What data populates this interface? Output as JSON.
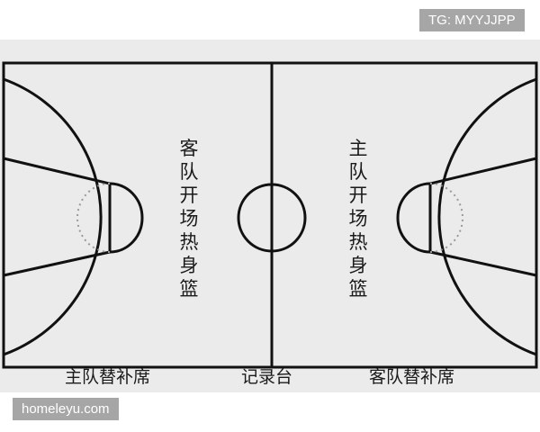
{
  "court": {
    "left_zone_label": "客队开场热身篮",
    "right_zone_label": "主队开场热身篮",
    "bottom_left_label": "主队替补席",
    "bottom_center_label": "记录台",
    "bottom_right_label": "客队替补席",
    "line_color": "#111111",
    "background_color": "#ebebeb"
  },
  "watermarks": {
    "top_right": "TG: MYYJJPP",
    "bottom_left": "homeleyu.com"
  }
}
